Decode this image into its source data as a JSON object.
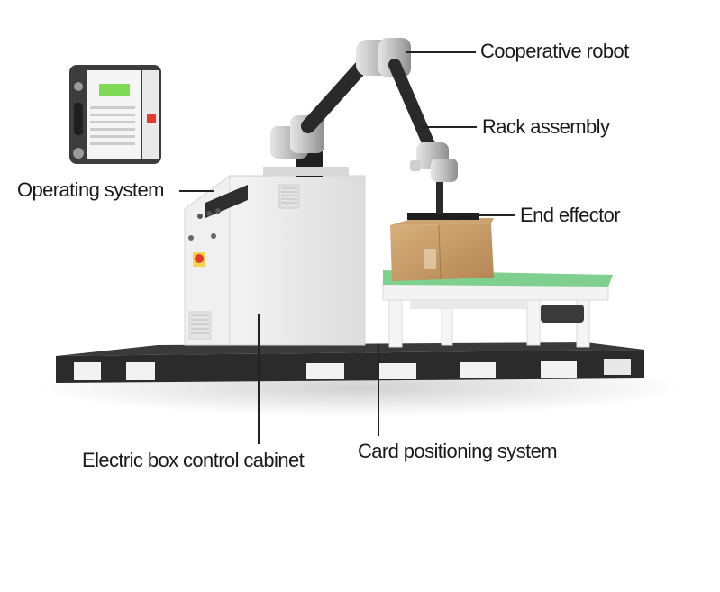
{
  "labels": {
    "cooperative_robot": "Cooperative robot",
    "rack_assembly": "Rack assembly",
    "operating_system": "Operating system",
    "end_effector": "End effector",
    "electric_box_control_cabinet": "Electric box control cabinet",
    "card_positioning_system": "Card positioning system"
  },
  "colors": {
    "background": "#ffffff",
    "text": "#1a1a1a",
    "cabinet": "#eeeeee",
    "pallet": "#2b2b2b",
    "arm": "#2a2a2a",
    "joint": "#c9c9c9",
    "conveyor_belt": "#7fcf8f",
    "box": "#c9a06a",
    "screen_green": "#7ed957",
    "estop": "#e23b2e"
  }
}
